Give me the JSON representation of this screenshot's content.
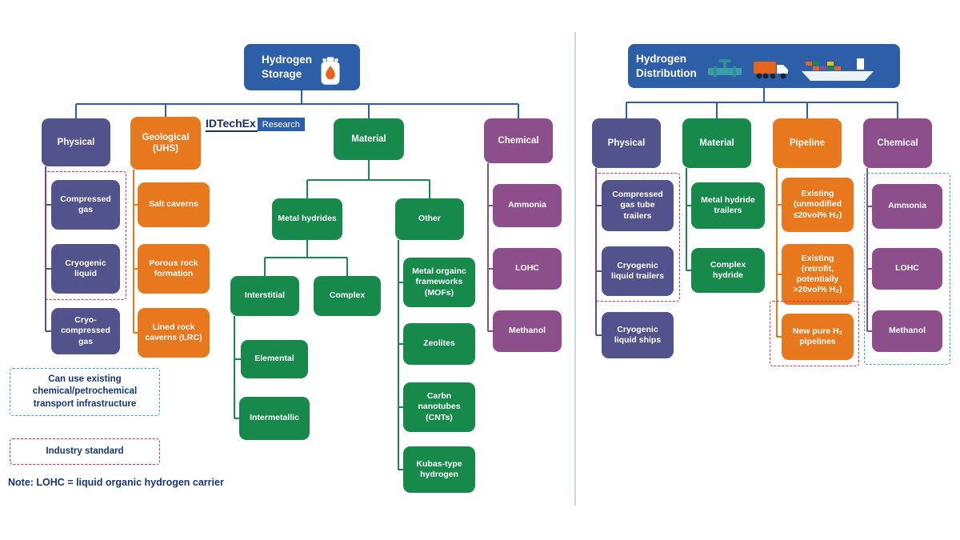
{
  "brand": {
    "primary": "IDTechEx",
    "secondary": "Research"
  },
  "storage": {
    "title": "Hydrogen\nStorage",
    "categories": {
      "physical": {
        "label": "Physical",
        "children": [
          "Compressed\ngas",
          "Cryogenic\nliquid",
          "Cryo-\ncompressed\ngas"
        ]
      },
      "geological": {
        "label": "Geological\n(UHS)",
        "children": [
          "Salt caverns",
          "Porous rock\nformation",
          "Lined rock\ncaverns (LRC)"
        ]
      },
      "material": {
        "label": "Material",
        "metal_hydrides": {
          "label": "Metal hydrides",
          "interstitial": {
            "label": "Interstitial",
            "children": [
              "Elemental",
              "Intermetallic"
            ]
          },
          "complex": {
            "label": "Complex"
          }
        },
        "other": {
          "label": "Other",
          "children": [
            "Metal orgainc\nframeworks\n(MOFs)",
            "Zeolites",
            "Carbn\nnanotubes\n(CNTs)",
            "Kubas-type\nhydrogen"
          ]
        }
      },
      "chemical": {
        "label": "Chemical",
        "children": [
          "Ammonia",
          "LOHC",
          "Methanol"
        ]
      }
    }
  },
  "distribution": {
    "title": "Hydrogen\nDistribution",
    "categories": {
      "physical": {
        "label": "Physical",
        "children": [
          "Compressed\ngas tube\ntrailers",
          "Cryogenic\nliquid trailers",
          "Cryogenic\nliquid ships"
        ]
      },
      "material": {
        "label": "Material",
        "children": [
          "Metal hydride\ntrailers",
          "Complex\nhydride"
        ]
      },
      "pipeline": {
        "label": "Pipeline",
        "children": [
          "Existing\n(unmodified\n≤20vol% H₂)",
          "Existing\n(retrofit,\npotentially\n>20vol% H₂)",
          "New pure H₂\npipelines"
        ]
      },
      "chemical": {
        "label": "Chemical",
        "children": [
          "Ammonia",
          "LOHC",
          "Methanol"
        ]
      }
    }
  },
  "legend": {
    "blue_dashed": "Can use existing\nchemical/petrochemical\ntransport infrastructure",
    "red_dashed": "Industry standard",
    "note": "Note: LOHC = liquid organic hydrogen carrier"
  },
  "colors": {
    "root_blue": "#2d5fa8",
    "physical_slate": "#52528c",
    "geological_pipeline_orange": "#e8781e",
    "material_green": "#17894a",
    "chemical_purple": "#8d4e8c",
    "industry_standard_dash": "#e8274b",
    "existing_infra_dash": "#29abe2",
    "flame_orange": "#e8641e"
  }
}
